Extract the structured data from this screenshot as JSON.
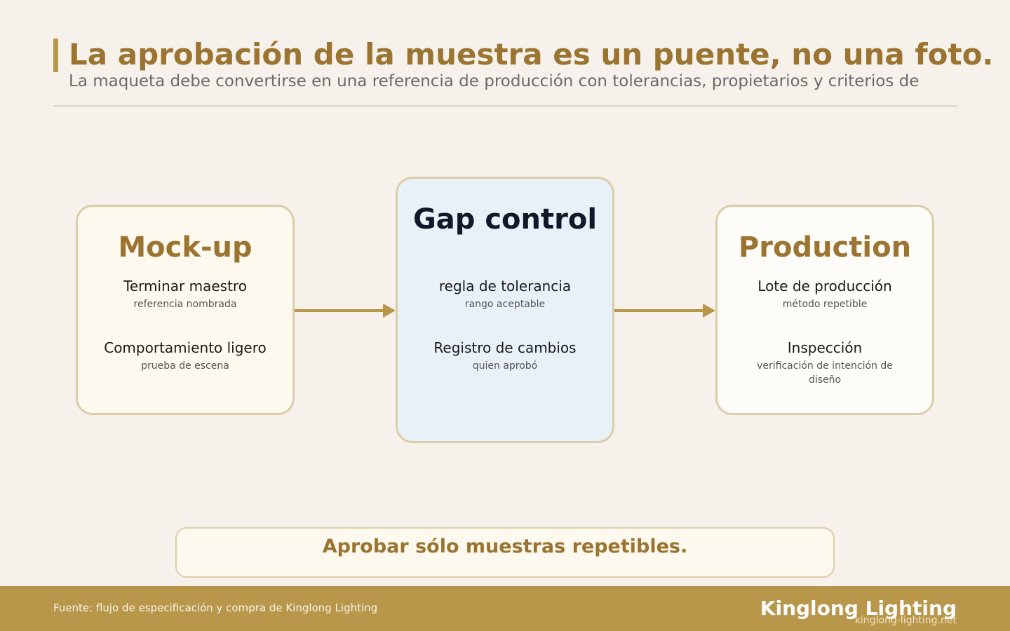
{
  "header": {
    "title": "La aprobación de la muestra es un puente, no una foto.",
    "subtitle": "La maqueta debe convertirse en una referencia de producción con tolerancias, propietarios y criterios de"
  },
  "diagram": {
    "stages": [
      {
        "title": "Mock-up",
        "items": [
          {
            "title": "Terminar maestro",
            "sub": "referencia nombrada"
          },
          {
            "title": "Comportamiento ligero",
            "sub": "prueba de escena"
          }
        ]
      },
      {
        "title": "Gap control",
        "items": [
          {
            "title": "regla de tolerancia",
            "sub": "rango aceptable"
          },
          {
            "title": "Registro de cambios",
            "sub": "quien aprobó"
          }
        ]
      },
      {
        "title": "Production",
        "items": [
          {
            "title": "Lote de producción",
            "sub": "método repetible"
          },
          {
            "title": "Inspección",
            "sub": "verificación de intención de diseño"
          }
        ]
      }
    ]
  },
  "callout": {
    "text": "Aprobar sólo muestras repetibles."
  },
  "footer": {
    "source": "Fuente: flujo de especificación y compra de Kinglong Lighting",
    "brand": "Kinglong Lighting",
    "url": "kinglong-lighting.net"
  },
  "colors": {
    "accent": "#b8964a",
    "title_gold": "#9a7430",
    "background": "#f6f2eb",
    "gap_box": "#e9f1f8"
  }
}
